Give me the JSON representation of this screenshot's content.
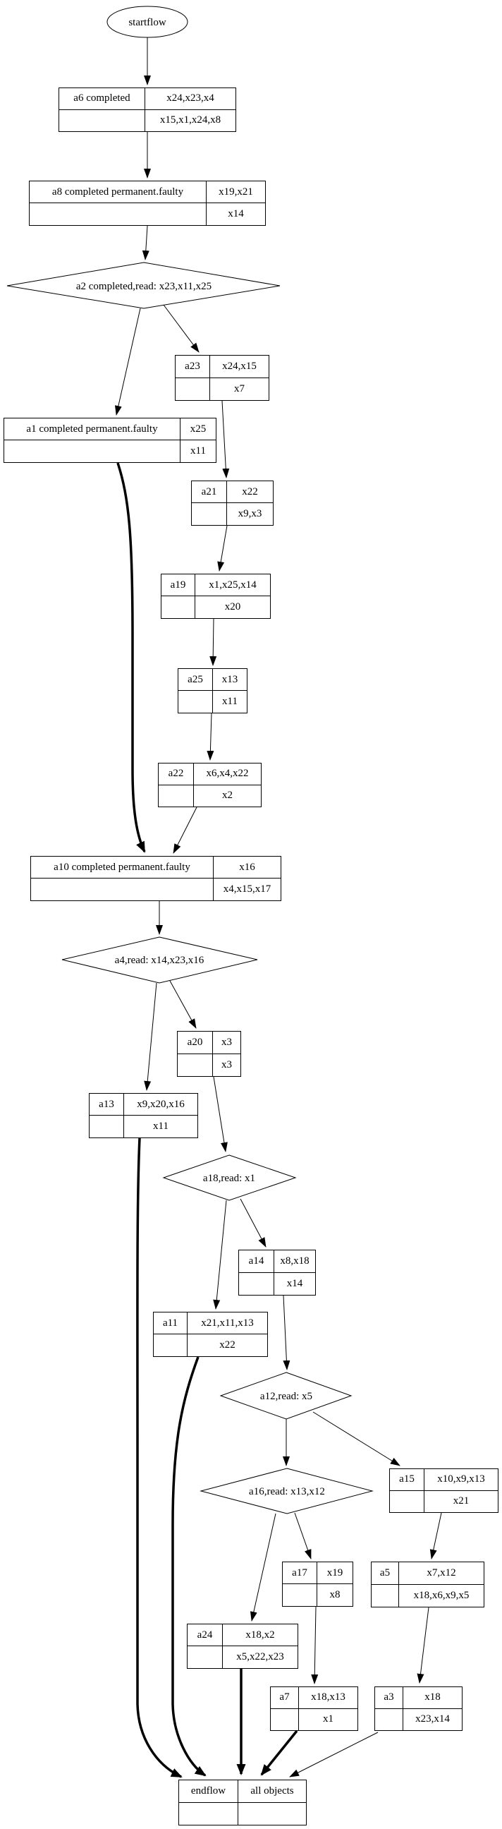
{
  "title": "workflow graph",
  "colors": {
    "node_border": "#000000",
    "background": "#ffffff",
    "text": "#000000",
    "edge": "#000000"
  },
  "nodes": {
    "startflow": {
      "label": "startflow"
    },
    "a6": {
      "name": "a6 completed",
      "top": "x24,x23,x4",
      "bottom": "x15,x1,x24,x8"
    },
    "a8": {
      "name": "a8 completed permanent.faulty",
      "top": "x19,x21",
      "bottom": "x14"
    },
    "a2": {
      "label": "a2 completed,read: x23,x11,x25"
    },
    "a23": {
      "name": "a23",
      "top": "x24,x15",
      "bottom": "x7"
    },
    "a1": {
      "name": "a1 completed permanent.faulty",
      "top": "x25",
      "bottom": "x11"
    },
    "a21": {
      "name": "a21",
      "top": "x22",
      "bottom": "x9,x3"
    },
    "a19": {
      "name": "a19",
      "top": "x1,x25,x14",
      "bottom": "x20"
    },
    "a25": {
      "name": "a25",
      "top": "x13",
      "bottom": "x11"
    },
    "a22": {
      "name": "a22",
      "top": "x6,x4,x22",
      "bottom": "x2"
    },
    "a10": {
      "name": "a10 completed permanent.faulty",
      "top": "x16",
      "bottom": "x4,x15,x17"
    },
    "a4": {
      "label": "a4,read: x14,x23,x16"
    },
    "a20": {
      "name": "a20",
      "top": "x3",
      "bottom": "x3"
    },
    "a13": {
      "name": "a13",
      "top": "x9,x20,x16",
      "bottom": "x11"
    },
    "a18": {
      "label": "a18,read: x1"
    },
    "a14": {
      "name": "a14",
      "top": "x8,x18",
      "bottom": "x14"
    },
    "a11": {
      "name": "a11",
      "top": "x21,x11,x13",
      "bottom": "x22"
    },
    "a12": {
      "label": "a12,read: x5"
    },
    "a15": {
      "name": "a15",
      "top": "x10,x9,x13",
      "bottom": "x21"
    },
    "a16": {
      "label": "a16,read: x13,x12"
    },
    "a17": {
      "name": "a17",
      "top": "x19",
      "bottom": "x8"
    },
    "a5": {
      "name": "a5",
      "top": "x7,x12",
      "bottom": "x18,x6,x9,x5"
    },
    "a24": {
      "name": "a24",
      "top": "x18,x2",
      "bottom": "x5,x22,x23"
    },
    "a7": {
      "name": "a7",
      "top": "x18,x13",
      "bottom": "x1"
    },
    "a3": {
      "name": "a3",
      "top": "x18",
      "bottom": "x23,x14"
    },
    "endflow": {
      "name": "endflow",
      "top": "all objects",
      "bottom": ""
    }
  },
  "edges": [
    {
      "from": "startflow",
      "to": "a6",
      "bold": false
    },
    {
      "from": "a6",
      "to": "a8",
      "bold": false
    },
    {
      "from": "a8",
      "to": "a2",
      "bold": false
    },
    {
      "from": "a2",
      "to": "a23",
      "bold": false
    },
    {
      "from": "a2",
      "to": "a1",
      "bold": false
    },
    {
      "from": "a23",
      "to": "a21",
      "bold": false
    },
    {
      "from": "a1",
      "to": "a10",
      "bold": true
    },
    {
      "from": "a21",
      "to": "a19",
      "bold": false
    },
    {
      "from": "a19",
      "to": "a25",
      "bold": false
    },
    {
      "from": "a25",
      "to": "a22",
      "bold": false
    },
    {
      "from": "a22",
      "to": "a10",
      "bold": false
    },
    {
      "from": "a10",
      "to": "a4",
      "bold": false
    },
    {
      "from": "a4",
      "to": "a13",
      "bold": false
    },
    {
      "from": "a4",
      "to": "a20",
      "bold": false
    },
    {
      "from": "a20",
      "to": "a18",
      "bold": false
    },
    {
      "from": "a13",
      "to": "endflow",
      "bold": true
    },
    {
      "from": "a18",
      "to": "a11",
      "bold": false
    },
    {
      "from": "a18",
      "to": "a14",
      "bold": false
    },
    {
      "from": "a14",
      "to": "a12",
      "bold": false
    },
    {
      "from": "a11",
      "to": "endflow",
      "bold": true
    },
    {
      "from": "a12",
      "to": "a16",
      "bold": false
    },
    {
      "from": "a12",
      "to": "a15",
      "bold": false
    },
    {
      "from": "a15",
      "to": "a5",
      "bold": false
    },
    {
      "from": "a16",
      "to": "a24",
      "bold": false
    },
    {
      "from": "a16",
      "to": "a17",
      "bold": false
    },
    {
      "from": "a17",
      "to": "a7",
      "bold": false
    },
    {
      "from": "a5",
      "to": "a3",
      "bold": false
    },
    {
      "from": "a24",
      "to": "endflow",
      "bold": true
    },
    {
      "from": "a7",
      "to": "endflow",
      "bold": true
    },
    {
      "from": "a3",
      "to": "endflow",
      "bold": false
    }
  ]
}
